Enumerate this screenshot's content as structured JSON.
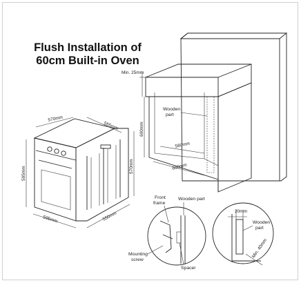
{
  "title": {
    "line1": "Flush Installation of",
    "line2": "60cm Built-in Oven"
  },
  "oven_dimensions": {
    "top_width": "570mm",
    "top_depth": "555mm",
    "height": "595mm",
    "side_height": "570mm",
    "bottom_width": "595mm",
    "bottom_depth": "550mm"
  },
  "cabinet_dimensions": {
    "min_top_gap": "Min. 25mm",
    "opening_height": "600mm",
    "opening_inner_width": "580mm",
    "opening_width": "600mm",
    "wooden_part": "Wooden part"
  },
  "detail_left": {
    "front_frame": "Front frame",
    "wooden_part": "Wooden part",
    "mounting_screw": "Mounting screw",
    "spacer": "Spacer"
  },
  "detail_right": {
    "gap": "20mm",
    "wooden_part": "Wooden part",
    "min_gap": "Min. 40mm"
  }
}
